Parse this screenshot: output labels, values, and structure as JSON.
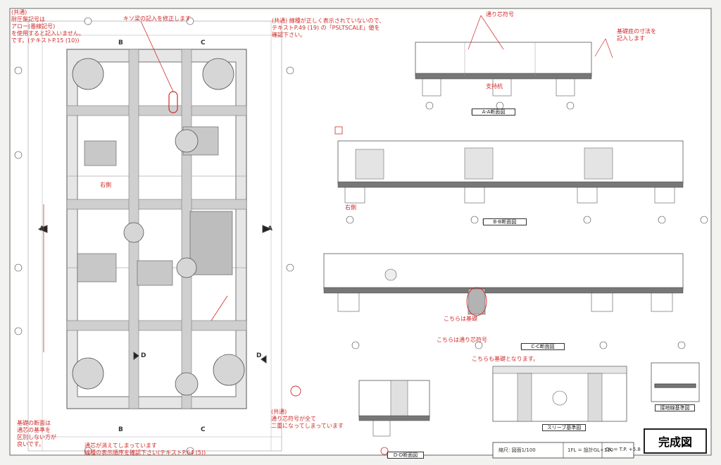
{
  "annotations": {
    "top_left": "(共通)\n耐圧盤記号は\nアロー(番線記号)\nを使用すると記入いません。\nです。(テキストP.15 (10))",
    "center_top": "キソ梁の記入を修正します",
    "top_mid": "(共通)    線種が正しく表示されていないので、\nテキストP.49 (19) の「PSLTSCALE」値を\n確認下さい。",
    "right_top_1": "通り芯符号",
    "right_top_2": "基礎底の寸法を\n記入します",
    "right_top_3": "支持杭",
    "mid_left": "右側",
    "mid_left_2": "右側",
    "right_mid_1": "こちらは基礎",
    "right_mid_2": "こちらは通り芯符号",
    "right_mid_3": "こちらも基礎となります。",
    "bottom_left": "基礎の断面は\n通芯の基準を\n区別しない方が\n良いです。",
    "bottom_mid_1": "通芯が消えてしまっています\n線種の表示順序を確認下さい(テキストP.64 (5))",
    "bottom_mid_2": "(共通)\n通り芯符号が全て\n二重になってしまっています"
  },
  "sections": {
    "aa": "A-A断面図",
    "bb": "B-B断面図",
    "cc": "C-C断面図",
    "dd": "D-D断面図",
    "sleeve": "スリーブ基準図",
    "detail": "接地線基準図"
  },
  "title_block": {
    "scale": "縮尺: 図面1/100",
    "fl": "1FL = 設計GL+120",
    "gl": "GL = T.P. +5.8",
    "title": "完成図"
  },
  "plan_labels": {
    "A": "A",
    "B": "B",
    "C": "C",
    "D": "D"
  }
}
